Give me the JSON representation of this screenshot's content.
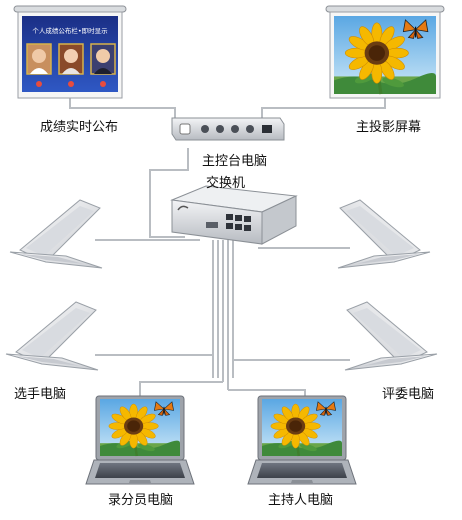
{
  "labels": {
    "score_board": "成绩实时公布",
    "main_screen": "主投影屏幕",
    "console_pc": "主控台电脑",
    "switch": "交换机",
    "contestant_pc": "选手电脑",
    "judge_pc": "评委电脑",
    "recorder_pc": "录分员电脑",
    "host_pc": "主持人电脑"
  },
  "score_screen": {
    "banner": "个人成绩公布栏•即时显示"
  },
  "colors": {
    "cable": "#b9bdc2",
    "screen_blue": "#1d3fa0",
    "sunflower_petal": "#f5b800",
    "sky": "#8fc8ee",
    "device_body": "#e9ebee",
    "device_dark": "#4a4f57"
  }
}
